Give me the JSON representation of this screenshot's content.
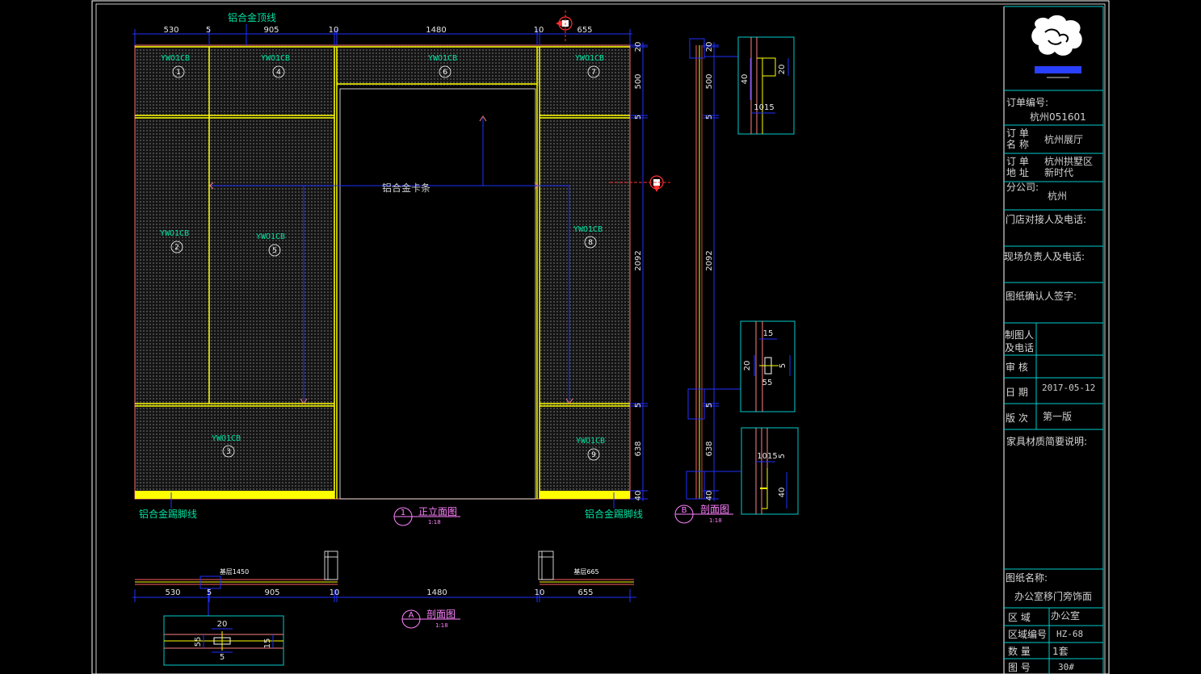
{
  "elevation": {
    "top_dims": [
      "530",
      "5",
      "905",
      "10",
      "1480",
      "10",
      "655"
    ],
    "side_dims": [
      "20",
      "500",
      "5",
      "2092",
      "5",
      "638",
      "40"
    ],
    "top_trim_label": "铝合金顶线",
    "clip_label": "铝合金卡条",
    "kick_left_label": "铝合金踢脚线",
    "kick_right_label": "铝合金踢脚线",
    "panel_code": "YWO1CB",
    "panels": [
      "1",
      "2",
      "3",
      "4",
      "5",
      "6",
      "7",
      "8",
      "9"
    ],
    "title_num": "1",
    "title": "正立面图",
    "scale": "1:18"
  },
  "section_b": {
    "dims": [
      "20",
      "500",
      "5",
      "2092",
      "5",
      "638",
      "40"
    ],
    "title_num": "B",
    "title": "剖面图",
    "scale": "1:18",
    "detail_top": [
      "40",
      "20",
      "1015"
    ],
    "detail_mid": [
      "15",
      "20",
      "5",
      "55"
    ],
    "detail_bottom": [
      "1015",
      "5",
      "40"
    ]
  },
  "section_a": {
    "dims": [
      "530",
      "5",
      "905",
      "10",
      "1480",
      "10",
      "655"
    ],
    "base_left": "基层1450",
    "base_right": "基层665",
    "title_num": "A",
    "title": "剖面图",
    "scale": "1:18",
    "detail": [
      "20",
      "55",
      "15",
      "5"
    ]
  },
  "titleblock": {
    "order_no_label": "订单编号:",
    "order_no": "杭州051601",
    "order_name_label": "订 单\n名 称",
    "order_name": "杭州展厅",
    "order_addr_label": "订 单\n地 址",
    "order_addr": "杭州拱墅区\n新时代",
    "branch_label": "分公司:",
    "branch": "杭州",
    "store_contact_label": "门店对接人及电话:",
    "site_manager_label": "现场负责人及电话:",
    "confirm_label": "图纸确认人签字:",
    "drafter_label": "制图人\n及电话",
    "review_label": "审  核",
    "date_label": "日  期",
    "date": "2017-05-12",
    "version_label": "版  次",
    "version": "第一版",
    "material_label": "家具材质简要说明:",
    "drawing_name_label": "图纸名称:",
    "drawing_name": "办公室移门旁饰面",
    "area_label": "区    域",
    "area": "办公室",
    "area_no_label": "区域编号",
    "area_no": "HZ-68",
    "qty_label": "数    量",
    "qty": "1套",
    "drawing_no_label": "图    号",
    "drawing_no": "30#"
  },
  "colors": {
    "frame": "#ffffff",
    "yellow": "#ffff00",
    "dim_blue": "#0000ff",
    "dim_text": "#e6e6e6",
    "cyan": "#00ffff",
    "green_text": "#00e0a0",
    "magenta": "#ff80ff",
    "red": "#ff3030",
    "pattern": "#585858"
  }
}
